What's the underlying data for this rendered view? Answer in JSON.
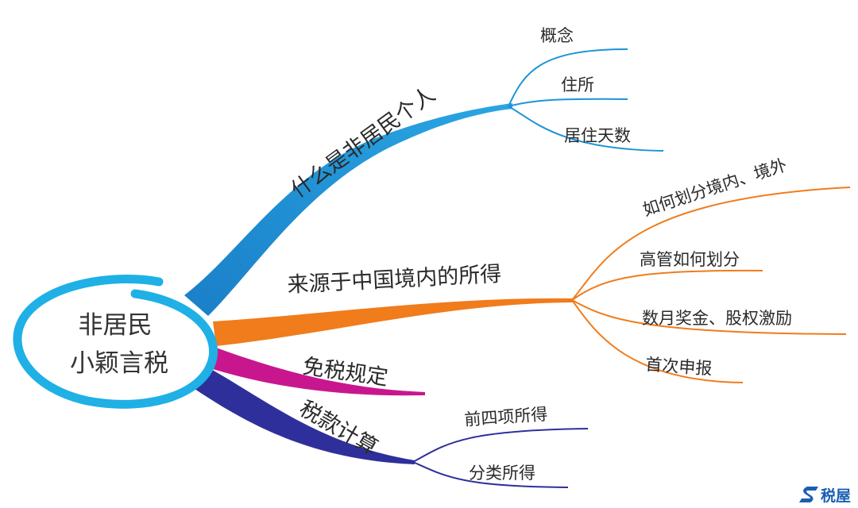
{
  "center": {
    "line1": "非居民",
    "line2": "小颖言税"
  },
  "branches": [
    {
      "label": "什么是非居民个人",
      "color": "#1e93d8",
      "children": [
        "概念",
        "住所",
        "居住天数"
      ]
    },
    {
      "label": "来源于中国境内的所得",
      "color": "#f07c1c",
      "children": [
        "如何划分境内、境外",
        "高管如何划分",
        "数月奖金、股权激励",
        "首次申报"
      ]
    },
    {
      "label": "免税规定",
      "color": "#c8178e",
      "children": []
    },
    {
      "label": "税款计算",
      "color": "#2f2f9c",
      "children": [
        "前四项所得",
        "分类所得"
      ]
    }
  ],
  "watermark": {
    "text": "税屋"
  },
  "colors": {
    "ring": "#1fb0e6"
  }
}
